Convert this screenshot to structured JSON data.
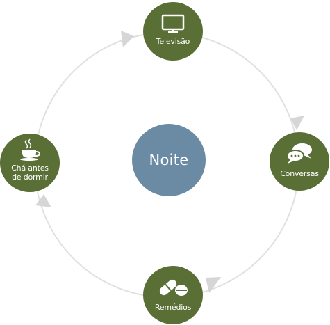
{
  "diagram": {
    "center_label": "Noite",
    "colors": {
      "center": "#6b8ba4",
      "node": "#596f36",
      "ring": "#e0e0e0",
      "arrow": "#d6d6d6"
    },
    "nodes": [
      {
        "label": "Televisão",
        "icon": "television-icon"
      },
      {
        "label": "Conversas",
        "icon": "chat-bubbles-icon"
      },
      {
        "label": "Remédios",
        "icon": "pills-icon"
      },
      {
        "label": "Chá antes\nde dormir",
        "icon": "tea-cup-icon"
      }
    ]
  }
}
